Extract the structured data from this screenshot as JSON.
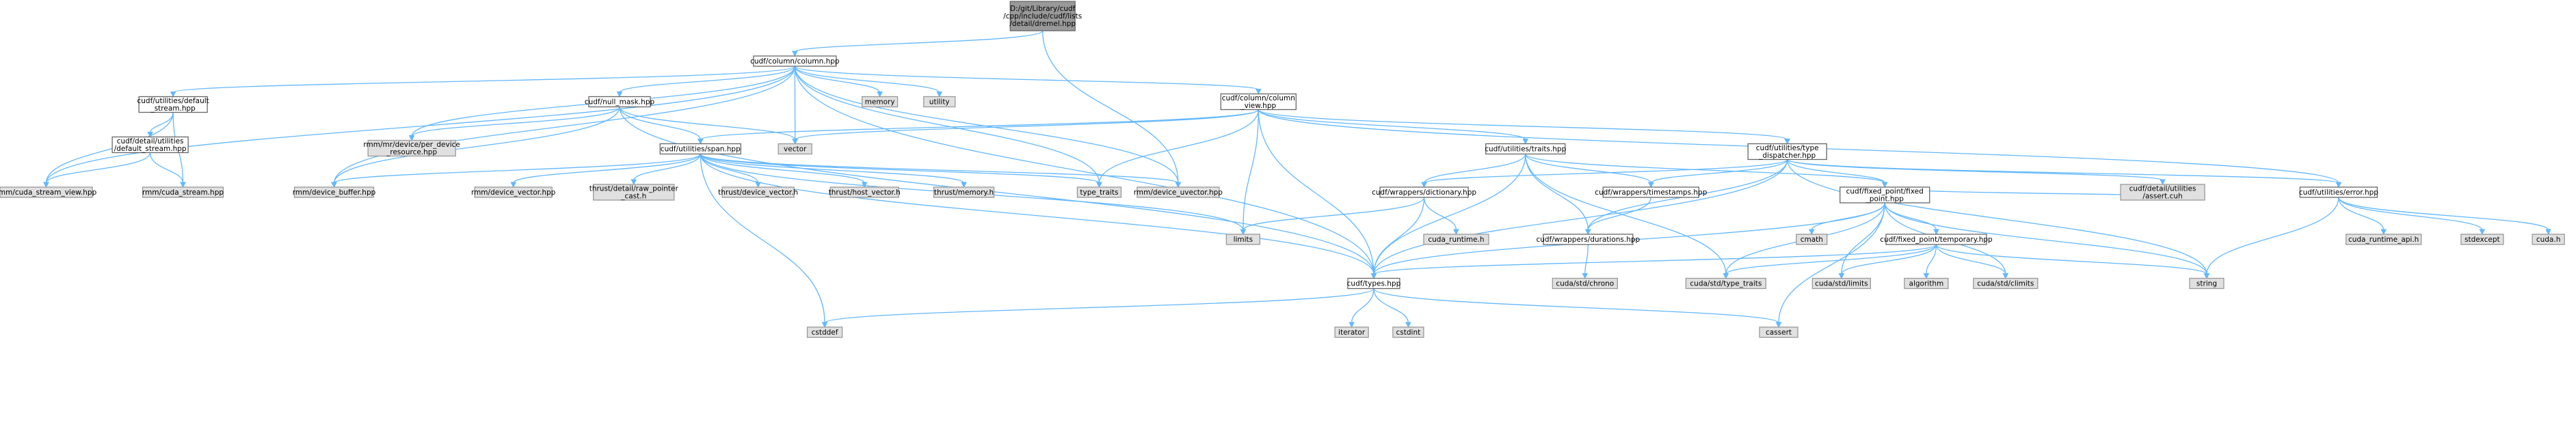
{
  "graph": {
    "nodes": [
      {
        "id": "root",
        "kind": "root",
        "lines": [
          "D:/git/Library/cudf",
          "/cpp/include/cudf/lists",
          "/detail/dremel.hpp"
        ]
      },
      {
        "id": "column",
        "kind": "user",
        "lines": [
          "cudf/column/column.hpp"
        ]
      },
      {
        "id": "default_stream",
        "kind": "user",
        "lines": [
          "cudf/utilities/default",
          "_stream.hpp"
        ]
      },
      {
        "id": "detail_default_stream",
        "kind": "user",
        "lines": [
          "cudf/detail/utilities",
          "/default_stream.hpp"
        ]
      },
      {
        "id": "null_mask",
        "kind": "user",
        "lines": [
          "cudf/null_mask.hpp"
        ]
      },
      {
        "id": "span",
        "kind": "user",
        "lines": [
          "cudf/utilities/span.hpp"
        ]
      },
      {
        "id": "column_view",
        "kind": "user",
        "lines": [
          "cudf/column/column",
          "_view.hpp"
        ]
      },
      {
        "id": "traits",
        "kind": "user",
        "lines": [
          "cudf/utilities/traits.hpp"
        ]
      },
      {
        "id": "type_dispatcher",
        "kind": "user",
        "lines": [
          "cudf/utilities/type",
          "_dispatcher.hpp"
        ]
      },
      {
        "id": "error",
        "kind": "user",
        "lines": [
          "cudf/utilities/error.hpp"
        ]
      },
      {
        "id": "dictionary",
        "kind": "user",
        "lines": [
          "cudf/wrappers/dictionary.hpp"
        ]
      },
      {
        "id": "timestamps",
        "kind": "user",
        "lines": [
          "cudf/wrappers/timestamps.hpp"
        ]
      },
      {
        "id": "durations",
        "kind": "user",
        "lines": [
          "cudf/wrappers/durations.hpp"
        ]
      },
      {
        "id": "fixed_point",
        "kind": "user",
        "lines": [
          "cudf/fixed_point/fixed",
          "_point.hpp"
        ]
      },
      {
        "id": "temporary",
        "kind": "user",
        "lines": [
          "cudf/fixed_point/temporary.hpp"
        ]
      },
      {
        "id": "types",
        "kind": "user",
        "lines": [
          "cudf/types.hpp"
        ]
      },
      {
        "id": "cuda_stream_view",
        "kind": "ext",
        "lines": [
          "rmm/cuda_stream_view.hpp"
        ]
      },
      {
        "id": "cuda_stream",
        "kind": "ext",
        "lines": [
          "rmm/cuda_stream.hpp"
        ]
      },
      {
        "id": "per_device_resource",
        "kind": "ext",
        "lines": [
          "rmm/mr/device/per_device",
          "_resource.hpp"
        ]
      },
      {
        "id": "device_buffer",
        "kind": "ext",
        "lines": [
          "rmm/device_buffer.hpp"
        ]
      },
      {
        "id": "memory",
        "kind": "ext",
        "lines": [
          "memory"
        ]
      },
      {
        "id": "utility",
        "kind": "ext",
        "lines": [
          "utility"
        ]
      },
      {
        "id": "vector",
        "kind": "ext",
        "lines": [
          "vector"
        ]
      },
      {
        "id": "device_vector_rmm",
        "kind": "ext",
        "lines": [
          "rmm/device_vector.hpp"
        ]
      },
      {
        "id": "raw_pointer_cast",
        "kind": "ext",
        "lines": [
          "thrust/detail/raw_pointer",
          "_cast.h"
        ]
      },
      {
        "id": "thrust_device_vector",
        "kind": "ext",
        "lines": [
          "thrust/device_vector.h"
        ]
      },
      {
        "id": "thrust_host_vector",
        "kind": "ext",
        "lines": [
          "thrust/host_vector.h"
        ]
      },
      {
        "id": "thrust_memory",
        "kind": "ext",
        "lines": [
          "thrust/memory.h"
        ]
      },
      {
        "id": "type_traits",
        "kind": "ext",
        "lines": [
          "type_traits"
        ]
      },
      {
        "id": "device_uvector",
        "kind": "ext",
        "lines": [
          "rmm/device_uvector.hpp"
        ]
      },
      {
        "id": "limits",
        "kind": "ext",
        "lines": [
          "limits"
        ]
      },
      {
        "id": "cuda_runtime",
        "kind": "ext",
        "lines": [
          "cuda_runtime.h"
        ]
      },
      {
        "id": "cmath",
        "kind": "ext",
        "lines": [
          "cmath"
        ]
      },
      {
        "id": "assert_cuh",
        "kind": "ext",
        "lines": [
          "cudf/detail/utilities",
          "/assert.cuh"
        ]
      },
      {
        "id": "cuda_runtime_api",
        "kind": "ext",
        "lines": [
          "cuda_runtime_api.h"
        ]
      },
      {
        "id": "stdexcept",
        "kind": "ext",
        "lines": [
          "stdexcept"
        ]
      },
      {
        "id": "cuda_h",
        "kind": "ext",
        "lines": [
          "cuda.h"
        ]
      },
      {
        "id": "chrono",
        "kind": "ext",
        "lines": [
          "cuda/std/chrono"
        ]
      },
      {
        "id": "std_type_traits",
        "kind": "ext",
        "lines": [
          "cuda/std/type_traits"
        ]
      },
      {
        "id": "std_limits",
        "kind": "ext",
        "lines": [
          "cuda/std/limits"
        ]
      },
      {
        "id": "algorithm",
        "kind": "ext",
        "lines": [
          "algorithm"
        ]
      },
      {
        "id": "climits",
        "kind": "ext",
        "lines": [
          "cuda/std/climits"
        ]
      },
      {
        "id": "string",
        "kind": "ext",
        "lines": [
          "string"
        ]
      },
      {
        "id": "cstddef",
        "kind": "ext",
        "lines": [
          "cstddef"
        ]
      },
      {
        "id": "iterator",
        "kind": "ext",
        "lines": [
          "iterator"
        ]
      },
      {
        "id": "cstdint",
        "kind": "ext",
        "lines": [
          "cstdint"
        ]
      },
      {
        "id": "cassert",
        "kind": "ext",
        "lines": [
          "cassert"
        ]
      }
    ],
    "edges": [
      [
        "root",
        "column"
      ],
      [
        "root",
        "device_uvector"
      ],
      [
        "column",
        "default_stream"
      ],
      [
        "column",
        "null_mask"
      ],
      [
        "column",
        "column_view"
      ],
      [
        "column",
        "memory"
      ],
      [
        "column",
        "utility"
      ],
      [
        "column",
        "vector"
      ],
      [
        "column",
        "cuda_stream_view"
      ],
      [
        "column",
        "per_device_resource"
      ],
      [
        "column",
        "device_buffer"
      ],
      [
        "column",
        "type_traits"
      ],
      [
        "column",
        "device_uvector"
      ],
      [
        "column",
        "types"
      ],
      [
        "default_stream",
        "detail_default_stream"
      ],
      [
        "default_stream",
        "cuda_stream_view"
      ],
      [
        "default_stream",
        "cuda_stream"
      ],
      [
        "detail_default_stream",
        "cuda_stream_view"
      ],
      [
        "detail_default_stream",
        "cuda_stream"
      ],
      [
        "null_mask",
        "span"
      ],
      [
        "null_mask",
        "vector"
      ],
      [
        "null_mask",
        "per_device_resource"
      ],
      [
        "null_mask",
        "device_buffer"
      ],
      [
        "null_mask",
        "types"
      ],
      [
        "span",
        "device_buffer"
      ],
      [
        "span",
        "device_vector_rmm"
      ],
      [
        "span",
        "raw_pointer_cast"
      ],
      [
        "span",
        "thrust_device_vector"
      ],
      [
        "span",
        "thrust_host_vector"
      ],
      [
        "span",
        "thrust_memory"
      ],
      [
        "span",
        "type_traits"
      ],
      [
        "span",
        "device_uvector"
      ],
      [
        "span",
        "limits"
      ],
      [
        "span",
        "cstddef"
      ],
      [
        "span",
        "types"
      ],
      [
        "column_view",
        "span"
      ],
      [
        "column_view",
        "vector"
      ],
      [
        "column_view",
        "traits"
      ],
      [
        "column_view",
        "type_dispatcher"
      ],
      [
        "column_view",
        "error"
      ],
      [
        "column_view",
        "type_traits"
      ],
      [
        "column_view",
        "limits"
      ],
      [
        "column_view",
        "types"
      ],
      [
        "traits",
        "dictionary"
      ],
      [
        "traits",
        "timestamps"
      ],
      [
        "traits",
        "durations"
      ],
      [
        "traits",
        "fixed_point"
      ],
      [
        "traits",
        "types"
      ],
      [
        "traits",
        "std_type_traits"
      ],
      [
        "type_dispatcher",
        "dictionary"
      ],
      [
        "type_dispatcher",
        "timestamps"
      ],
      [
        "type_dispatcher",
        "durations"
      ],
      [
        "type_dispatcher",
        "fixed_point"
      ],
      [
        "type_dispatcher",
        "error"
      ],
      [
        "type_dispatcher",
        "assert_cuh"
      ],
      [
        "type_dispatcher",
        "string"
      ],
      [
        "type_dispatcher",
        "types"
      ],
      [
        "error",
        "cuda_runtime_api"
      ],
      [
        "error",
        "stdexcept"
      ],
      [
        "error",
        "cuda_h"
      ],
      [
        "error",
        "string"
      ],
      [
        "dictionary",
        "cuda_runtime"
      ],
      [
        "dictionary",
        "limits"
      ],
      [
        "dictionary",
        "types"
      ],
      [
        "timestamps",
        "durations"
      ],
      [
        "durations",
        "chrono"
      ],
      [
        "fixed_point",
        "temporary"
      ],
      [
        "fixed_point",
        "cmath"
      ],
      [
        "fixed_point",
        "assert_cuh"
      ],
      [
        "fixed_point",
        "std_type_traits"
      ],
      [
        "fixed_point",
        "std_limits"
      ],
      [
        "fixed_point",
        "climits"
      ],
      [
        "fixed_point",
        "string"
      ],
      [
        "fixed_point",
        "types"
      ],
      [
        "fixed_point",
        "cassert"
      ],
      [
        "temporary",
        "std_type_traits"
      ],
      [
        "temporary",
        "std_limits"
      ],
      [
        "temporary",
        "algorithm"
      ],
      [
        "temporary",
        "climits"
      ],
      [
        "temporary",
        "string"
      ],
      [
        "temporary",
        "types"
      ],
      [
        "types",
        "cstddef"
      ],
      [
        "types",
        "iterator"
      ],
      [
        "types",
        "cstdint"
      ],
      [
        "types",
        "cassert"
      ]
    ]
  }
}
